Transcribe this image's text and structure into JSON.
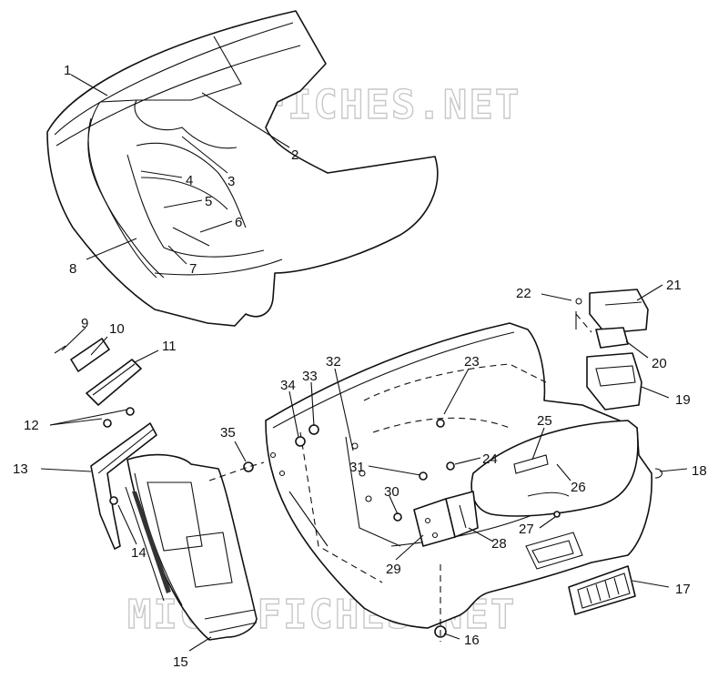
{
  "watermark": {
    "text": "MICROFICHES.NET"
  },
  "callouts": [
    "1",
    "2",
    "3",
    "4",
    "5",
    "6",
    "7",
    "8",
    "9",
    "10",
    "11",
    "12",
    "13",
    "14",
    "15",
    "16",
    "17",
    "18",
    "19",
    "20",
    "21",
    "22",
    "23",
    "24",
    "25",
    "26",
    "27",
    "28",
    "29",
    "30",
    "31",
    "32",
    "33",
    "34",
    "35"
  ]
}
